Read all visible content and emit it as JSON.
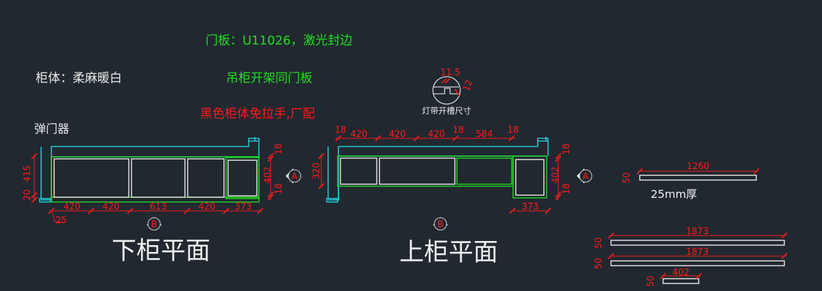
{
  "notes": {
    "door_panel": "门板：U11026，激光封边",
    "cabinet_body": "柜体：柔麻暖白",
    "wall_cabinet_open": "吊柜开架同门板",
    "handle_note": "黑色柜体免拉手,厂配",
    "door_bumper": "弹门器"
  },
  "detail": {
    "label": "灯带开槽尺寸",
    "width": "11.5",
    "depth": "12"
  },
  "lower_plan": {
    "title": "下柜平面",
    "bottom_dims": [
      "420",
      "420",
      "613",
      "420",
      "373"
    ],
    "offset": "25",
    "left_dims": [
      "415",
      "20"
    ],
    "right_dims": [
      "18",
      "402",
      "18"
    ],
    "marker_a": "A",
    "marker_b": "B"
  },
  "upper_plan": {
    "title": "上柜平面",
    "top_dims": [
      "18",
      "420",
      "420",
      "420",
      "18",
      "584",
      "18"
    ],
    "left_dim": "320",
    "right_dims": [
      "18",
      "402",
      "18"
    ],
    "bottom_dim": "373",
    "marker_a": "A",
    "marker_b": "B"
  },
  "panels": {
    "p1": {
      "length": "1260",
      "width": "50",
      "thickness": "25mm厚"
    },
    "p2": {
      "length": "1873",
      "width": "50"
    },
    "p3": {
      "length": "1873",
      "width": "50"
    },
    "p4": {
      "length": "402",
      "width": "50"
    }
  }
}
